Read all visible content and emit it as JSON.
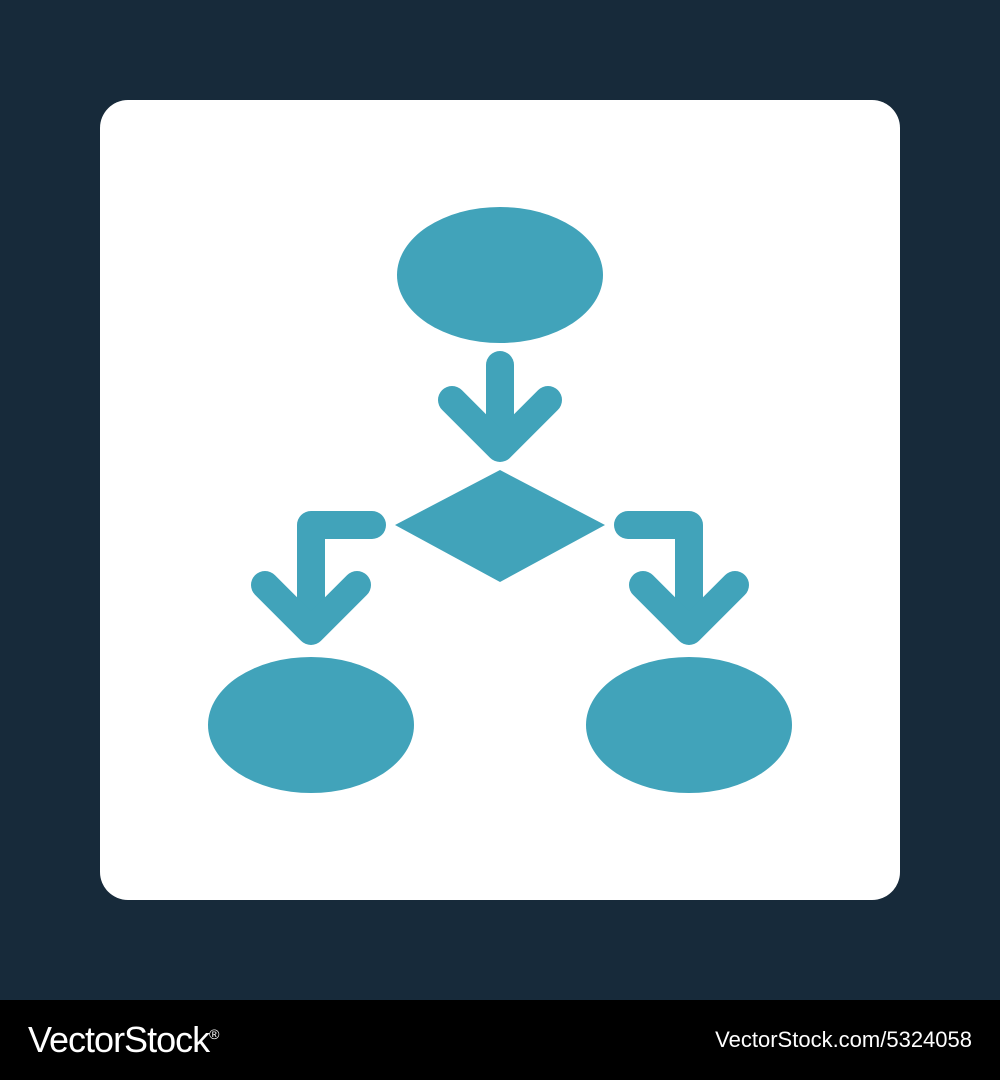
{
  "colors": {
    "background": "#172a3a",
    "card": "#ffffff",
    "accent": "#41a3ba",
    "footer": "#000000",
    "footer_text": "#ffffff"
  },
  "icon": {
    "name": "flowchart-icon",
    "shapes": [
      "start-ellipse",
      "decision-diamond",
      "left-ellipse",
      "right-ellipse"
    ],
    "connectors": [
      "down-arrow",
      "left-branch-arrow",
      "right-branch-arrow"
    ]
  },
  "footer": {
    "brand": "VectorStock",
    "registered_mark": "®",
    "url_id": "VectorStock.com/5324058"
  }
}
